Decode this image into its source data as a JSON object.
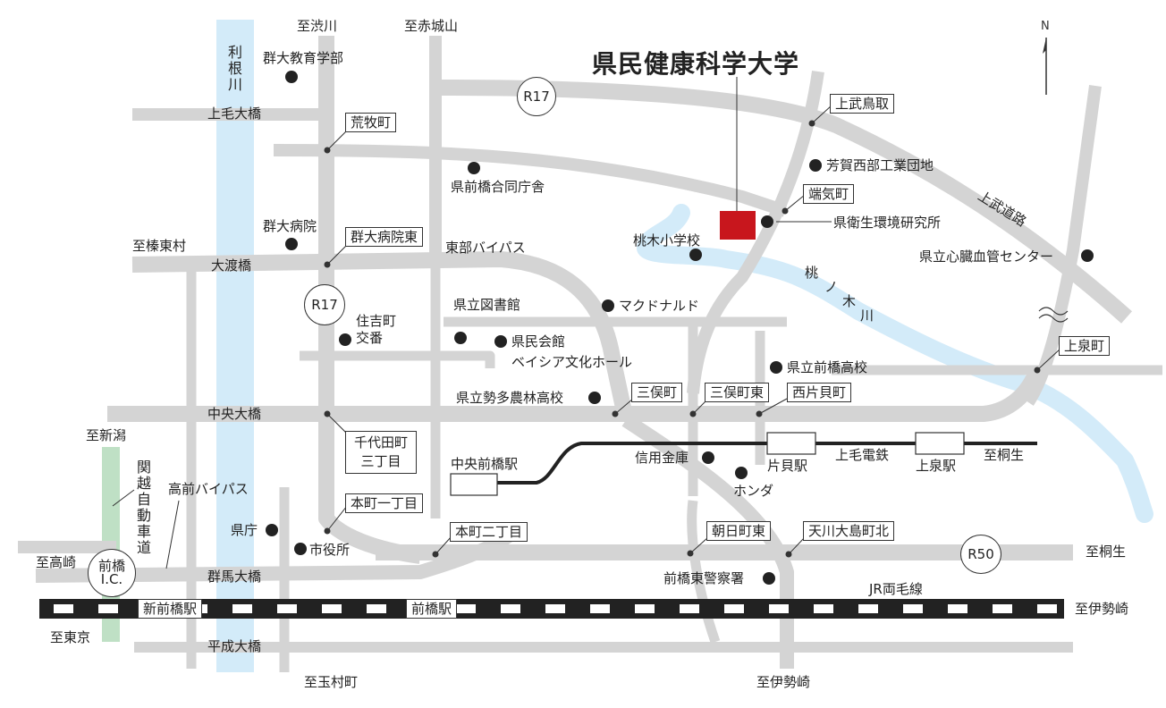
{
  "title": "県民健康科学大学",
  "colors": {
    "road": "#d4d4d4",
    "river": "#d3ebf9",
    "expressway": "#bfe0c5",
    "university": "#c8161d",
    "rail": "#222222"
  },
  "icons": {
    "compass": "north-arrow-icon",
    "landmark": "landmark-dot-icon",
    "university": "university-marker-icon"
  },
  "compass_label": "N",
  "directions": {
    "shibukawa": "至渋川",
    "akagiyama": "至赤城山",
    "shinto": "至榛東村",
    "shinjitsu": "至新潟",
    "takasaki": "至高崎",
    "tokyo": "至東京",
    "tamamura": "至玉村町",
    "isesaki_s": "至伊勢崎",
    "kiryu_rail": "至桐生",
    "kiryu_road": "至桐生",
    "isesaki_e": "至伊勢崎"
  },
  "rivers": {
    "tone": "利根川",
    "momonoki": [
      "桃",
      "ノ",
      "木",
      "川"
    ]
  },
  "expressway_label": "関越自動車道",
  "road_labels": {
    "bridge_kamike": "上毛大橋",
    "bridge_owatari": "大渡橋",
    "bridge_chuo": "中央大橋",
    "bridge_gunma": "群馬大橋",
    "bridge_heisei": "平成大橋",
    "tobu_bypass": "東部バイパス",
    "takamae_bypass": "高前バイパス",
    "kamibu_road": "上武道路"
  },
  "route_badges": {
    "r17_top": "R17",
    "r17_left": "R17",
    "r50": "R50",
    "ic": "前橋\nI.C."
  },
  "intersections": {
    "aramaki": "荒牧町",
    "gundai_byoin_higashi": "群大病院東",
    "chiyoda": "千代田町\n三丁目",
    "honmachi1": "本町一丁目",
    "honmachi2": "本町二丁目",
    "sanmata": "三俣町",
    "sanmata_higashi": "三俣町東",
    "nishikatakai": "西片貝町",
    "asahi_higashi": "朝日町東",
    "amagawa": "天川大島町北",
    "kamitakeshi": "上武鳥取",
    "haki": "端気町",
    "kamiizumi": "上泉町"
  },
  "stations": {
    "chuo_maebashi": "中央前橋駅",
    "katakai": "片貝駅",
    "kamiizumi": "上泉駅",
    "shin_maebashi": "新前橋駅",
    "maebashi": "前橋駅"
  },
  "rail_labels": {
    "jomo": "上毛電鉄",
    "ryomo": "JR両毛線"
  },
  "landmarks": {
    "gundai_kyoiku": "群大教育学部",
    "kencho_godo": "県前橋合同庁舎",
    "gundai_byoin": "群大病院",
    "haga_kogyo": "芳賀西部工業団地",
    "eisei_kenkyu": "県衛生環境研究所",
    "momonoki_sho": "桃木小学校",
    "shinzo_center": "県立心臓血管センター",
    "toshokan": "県立図書館",
    "mcdonald": "マクドナルド",
    "sumiyoshi": "住吉町\n交番",
    "kenmin_kaikan": "県民会館",
    "beisia": "ベイシア文化ホール",
    "maebashi_hs": "県立前橋高校",
    "seta_norin": "県立勢多農林高校",
    "shinyo_kinko": "信用金庫",
    "honda": "ホンダ",
    "kencho": "県庁",
    "shiyakusho": "市役所",
    "keisatsu": "前橋東警察署"
  }
}
